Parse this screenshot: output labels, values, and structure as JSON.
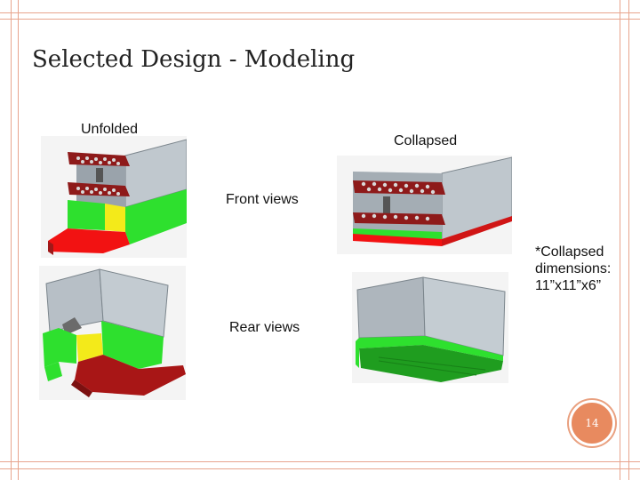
{
  "slide": {
    "title": "Selected Design - Modeling",
    "labels": {
      "unfolded": "Unfolded",
      "collapsed": "Collapsed",
      "front_views": "Front views",
      "rear_views": "Rear views",
      "collapsed_note_line1": "*Collapsed",
      "collapsed_note_line2": "dimensions:",
      "collapsed_note_line3": "11”x11”x6”"
    },
    "page_number": "14"
  },
  "colors": {
    "frame": "#e8a48d",
    "badge": "#e88a5f",
    "green": "#2ee02e",
    "red": "#e81010",
    "dark_red": "#a01818",
    "yellow": "#f3ea1a",
    "gray_panel": "#b7bfc6"
  }
}
